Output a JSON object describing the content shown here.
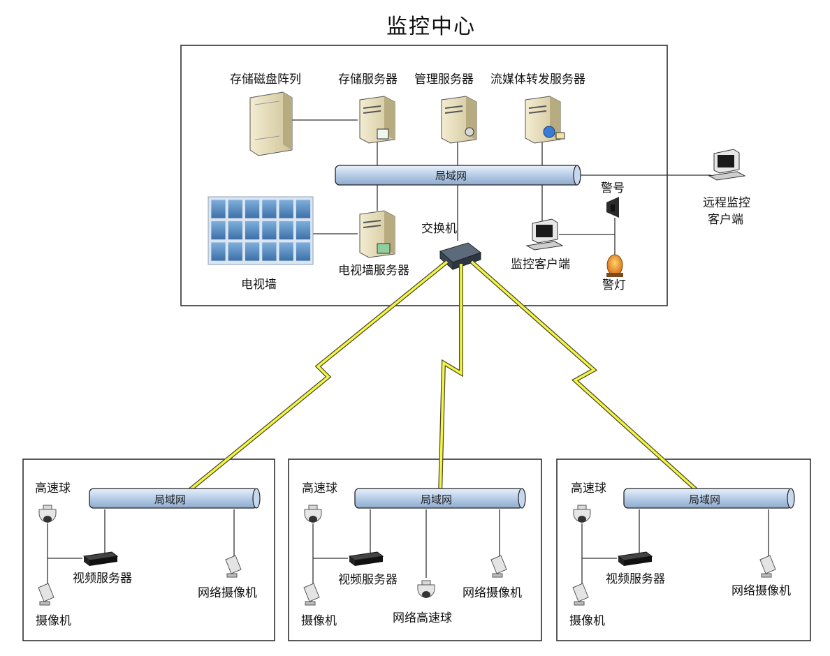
{
  "title": "监控中心",
  "center": {
    "storage_array": "存储磁盘阵列",
    "storage_server": "存储服务器",
    "management_server": "管理服务器",
    "streaming_server": "流媒体转发服务器",
    "lan": "局域网",
    "remote_client_line1": "远程监控",
    "remote_client_line2": "客户端",
    "tv_wall": "电视墙",
    "tv_wall_server": "电视墙服务器",
    "switch": "交换机",
    "monitor_client": "监控客户端",
    "siren": "警号",
    "alarm_light": "警灯"
  },
  "sites": [
    {
      "lan": "局域网",
      "speed_dome": "高速球",
      "video_server": "视频服务器",
      "camera": "摄像机",
      "network_camera": "网络摄像机"
    },
    {
      "lan": "局域网",
      "speed_dome": "高速球",
      "video_server": "视频服务器",
      "camera": "摄像机",
      "network_camera": "网络摄像机",
      "network_speed_dome": "网络高速球"
    },
    {
      "lan": "局域网",
      "speed_dome": "高速球",
      "video_server": "视频服务器",
      "camera": "摄像机",
      "network_camera": "网络摄像机"
    }
  ],
  "colors": {
    "bus_fill": "#bdd1ea",
    "bolt": "#f5f545",
    "line": "#333333"
  }
}
